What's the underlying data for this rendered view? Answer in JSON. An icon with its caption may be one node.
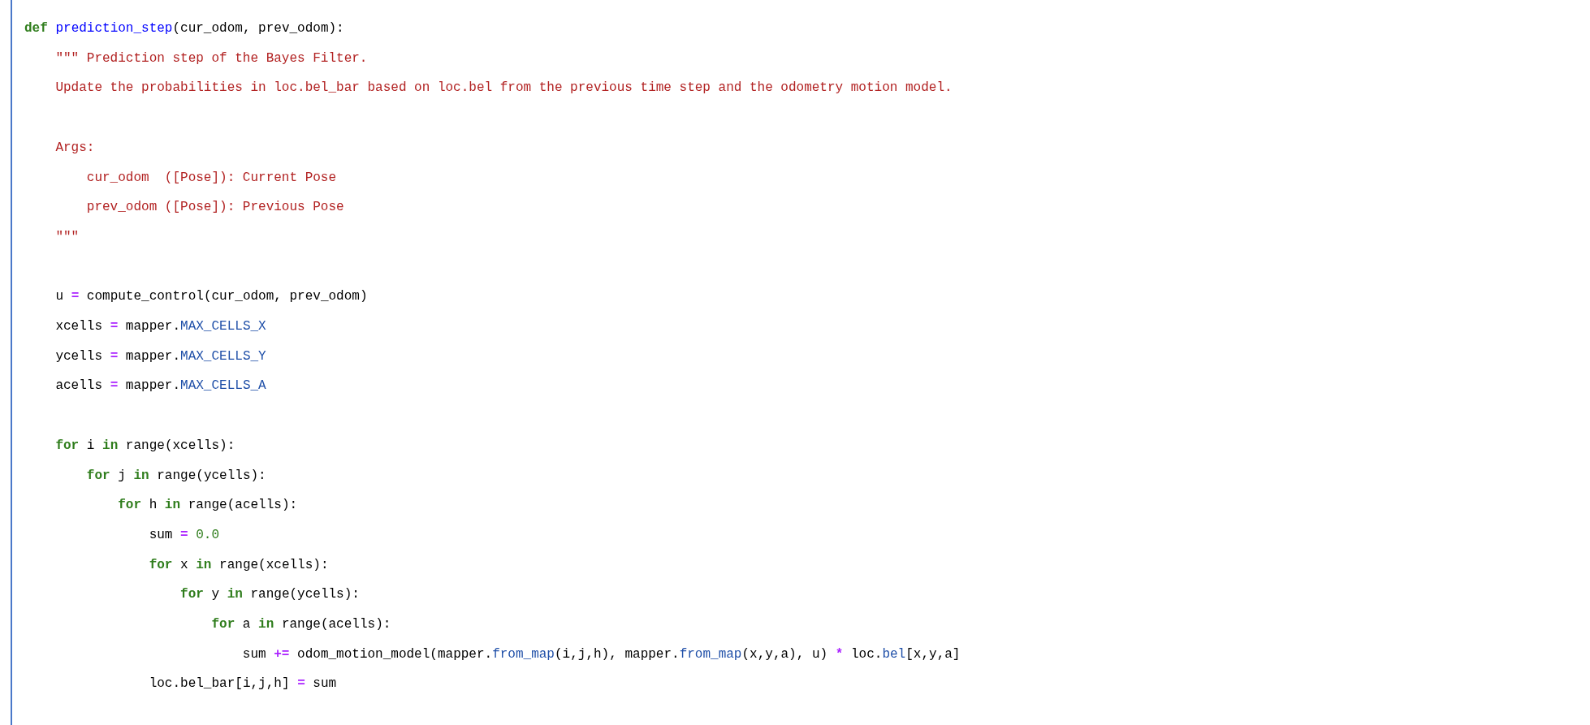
{
  "diagram": {
    "labels": [
      "def prediction_step(cur_odom, prev_odom):",
      "    \"\"\" Prediction step of the Bayes Filter.",
      "    Update the probabilities in loc.bel_bar based on loc.bel from the previous time step and the odometry motion model.",
      "    Args:",
      "        cur_odom  ([Pose]): Current Pose",
      "        prev_odom ([Pose]): Previous Pose",
      "    \"\"\"",
      "    u = compute_control(cur_odom, prev_odom)",
      "    xcells = mapper.MAX_CELLS_X",
      "    ycells = mapper.MAX_CELLS_Y",
      "    acells = mapper.MAX_CELLS_A",
      "    for i in range(xcells):",
      "        for j in range(ycells):",
      "            for h in range(acells):",
      "                sum = 0.0",
      "                for x in range(xcells):",
      "                    for y in range(ycells):",
      "                        for a in range(acells):",
      "                            sum += odom_motion_model(mapper.from_map(i,j,h), mapper.from_map(x,y,a), u) * loc.bel[x,y,a]",
      "                loc.bel_bar[i,j,h] = sum"
    ]
  }
}
